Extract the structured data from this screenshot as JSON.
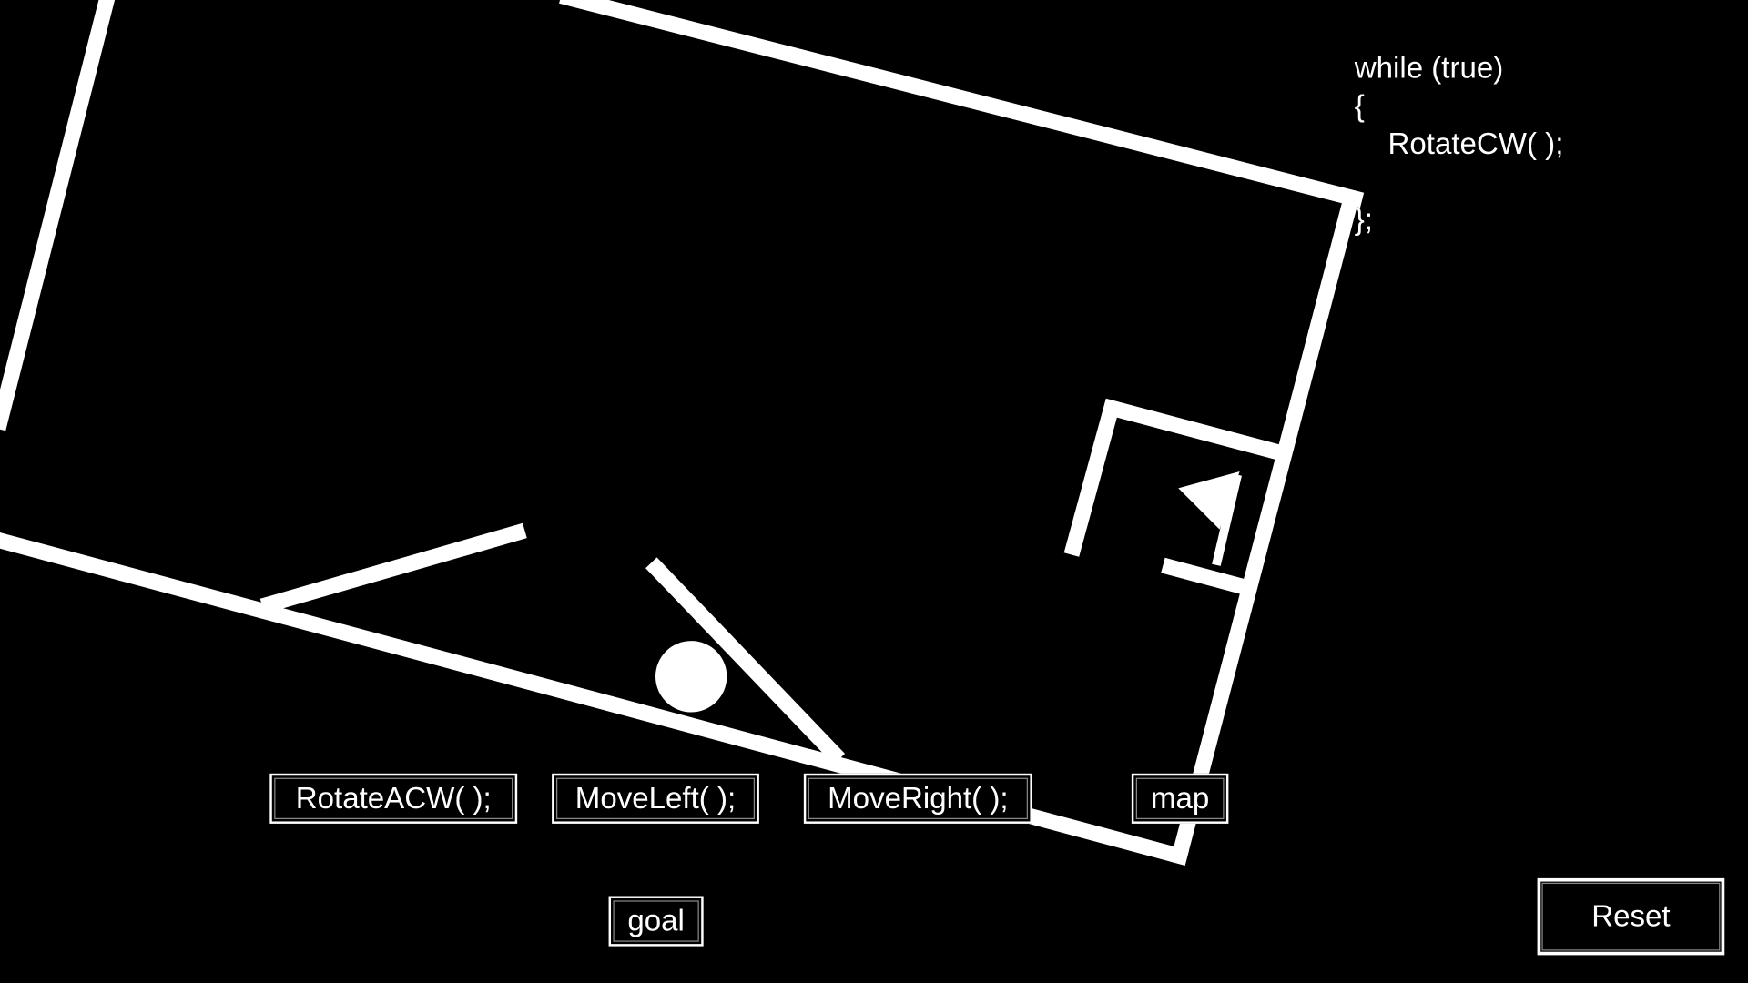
{
  "code": {
    "lines": [
      "while (true)",
      "{",
      "    RotateCW( );",
      "",
      "};"
    ]
  },
  "buttons": {
    "rotate_acw": "RotateACW( );",
    "move_left": "MoveLeft( );",
    "move_right": "MoveRight( );",
    "map": "map",
    "goal": "goal",
    "reset": "Reset"
  },
  "colors": {
    "background": "#000000",
    "foreground": "#ffffff"
  }
}
